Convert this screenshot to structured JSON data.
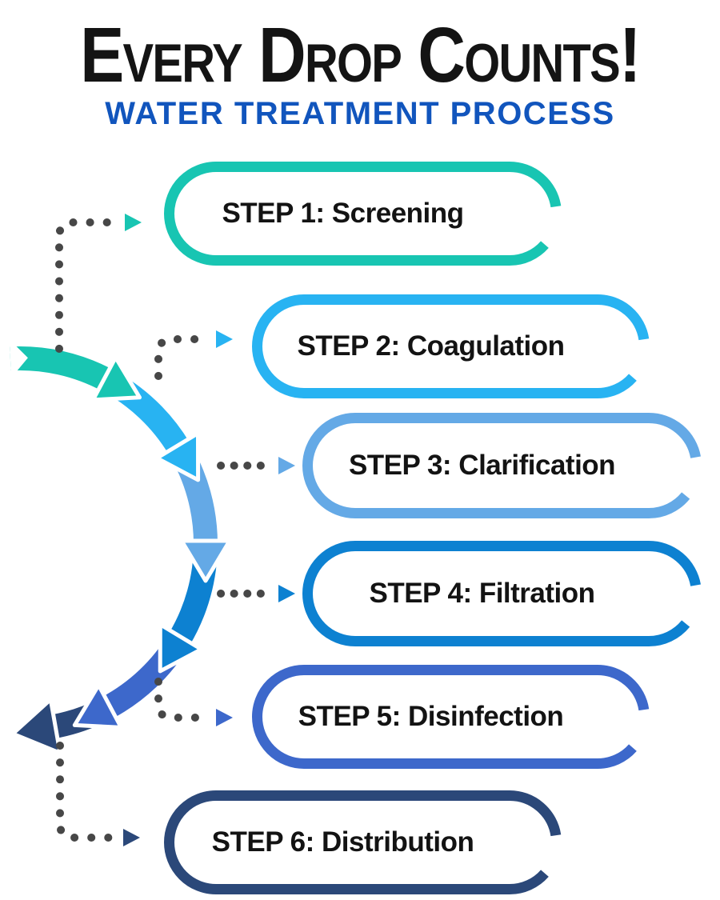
{
  "title": {
    "text": "Every Drop Counts!",
    "color": "#141414"
  },
  "subtitle": {
    "text": "WATER TREATMENT PROCESS",
    "color": "#1155bd"
  },
  "connector": {
    "dot_color": "#474747"
  },
  "steps": [
    {
      "label": "STEP 1: Screening",
      "color": "#18c5b2"
    },
    {
      "label": "STEP 2: Coagulation",
      "color": "#28b3f2"
    },
    {
      "label": "STEP 3: Clarification",
      "color": "#64a9e6"
    },
    {
      "label": "STEP 4: Filtration",
      "color": "#0d81d1"
    },
    {
      "label": "STEP 5: Disinfection",
      "color": "#3d68cb"
    },
    {
      "label": "STEP 6: Distribution",
      "color": "#2b4879"
    }
  ]
}
